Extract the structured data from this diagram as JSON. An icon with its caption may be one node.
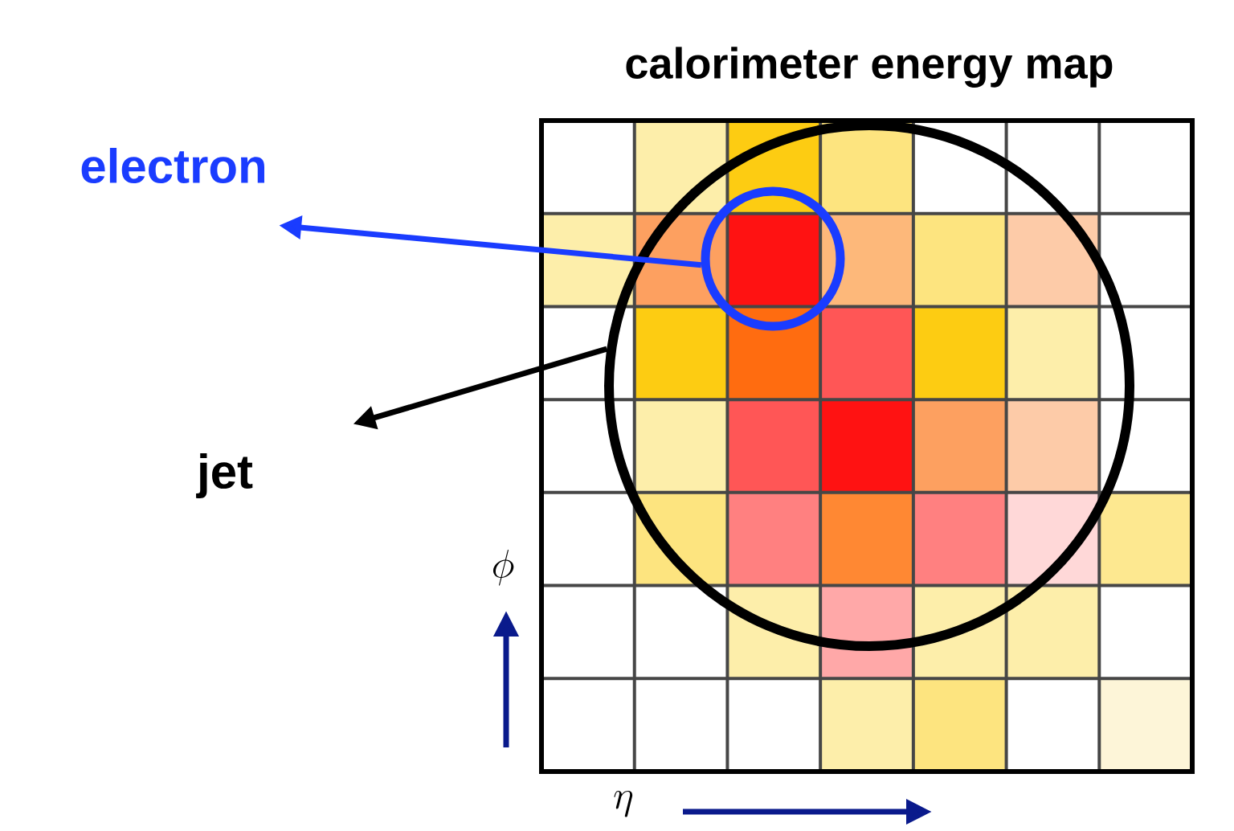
{
  "diagram": {
    "nodes": [
      {
        "text": [
          "calorimeter energy map"
        ]
      },
      {
        "text": [],
        "shape": "circle",
        "in": 0
      },
      {
        "text": [],
        "shape": "circle",
        "in": 1
      },
      {
        "text": [
          "electron"
        ]
      },
      {
        "text": [
          "jet"
        ]
      }
    ],
    "edges": [
      {
        "from": 2,
        "to": 3,
        "arrow": "to",
        "color": "#1a3cff"
      },
      {
        "from": 1,
        "to": 4,
        "arrow": "to",
        "color": "#000000"
      }
    ],
    "labels": [
      "\\phi",
      "\\eta"
    ]
  }
}
